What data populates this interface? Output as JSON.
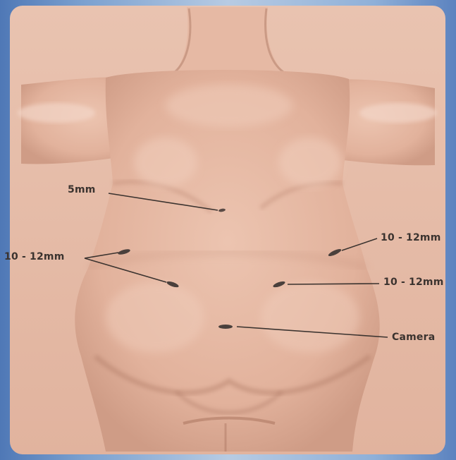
{
  "labels": {
    "port_5mm": "5mm",
    "port_left": "10 - 12mm",
    "port_right_upper": "10 - 12mm",
    "port_right_lower": "10 - 12mm",
    "camera": "Camera"
  },
  "colors": {
    "skin": "#e5b7a2",
    "skin_shadow": "#c99580",
    "background_panel": "#e8c0ad",
    "frame_blue": "#6f95c4",
    "leader_line": "#3b332f",
    "incision": "#4a403c"
  }
}
